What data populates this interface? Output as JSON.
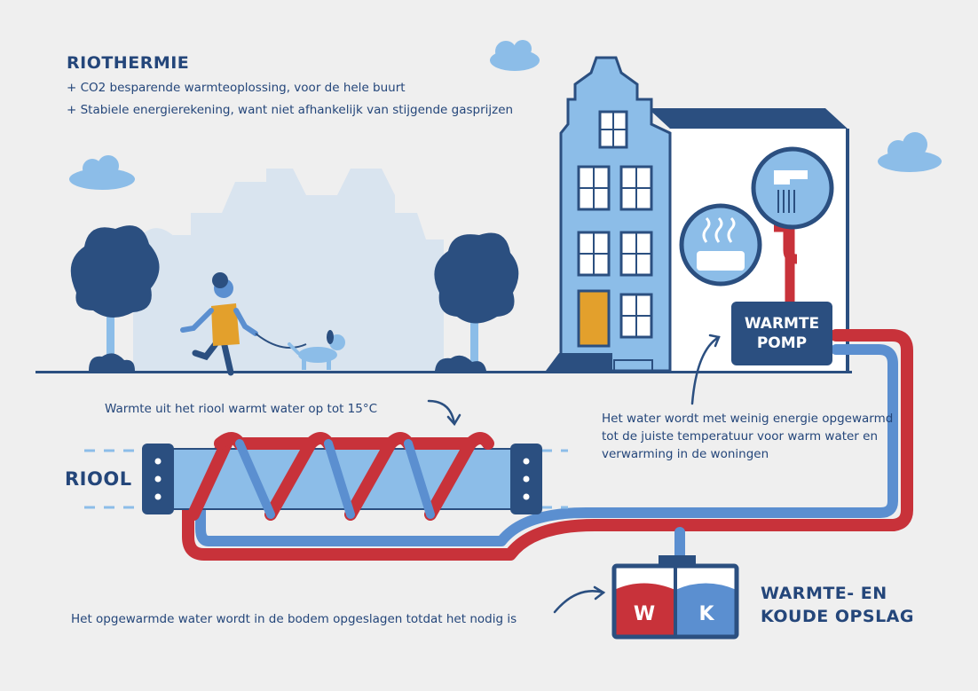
{
  "title": "RIOTHERMIE",
  "benefits": [
    "+ CO2 besparende warmteoplossing, voor de hele buurt",
    "+ Stabiele energierekening, want niet afhankelijk van stijgende gasprijzen"
  ],
  "labels": {
    "sewer": "RIOOL",
    "heat_pump": "WARMTE\nPOMP",
    "storage": "WARMTE- EN\nKOUDE OPSLAG",
    "warm": "W",
    "cold": "K"
  },
  "captions": {
    "sewer_heat": "Warmte uit het riool warmt water op tot 15°C",
    "heat_pump": "Het water wordt met weinig energie opgewarmd tot de juiste temperatuur voor warm water en verwarming in de woningen",
    "storage": "Het opgewarmde water wordt in de bodem opgeslagen totdat het nodig is"
  },
  "colors": {
    "background": "#efefef",
    "navy": "#2b4f80",
    "light_blue": "#8cbde8",
    "pipe_red": "#c8323a",
    "pipe_blue": "#5b8fd0",
    "accent_orange": "#e3a02c",
    "silhouette": "#d9e4ef"
  },
  "icons": [
    "shower-icon",
    "radiator-icon",
    "cloud-icon",
    "tree-icon"
  ]
}
